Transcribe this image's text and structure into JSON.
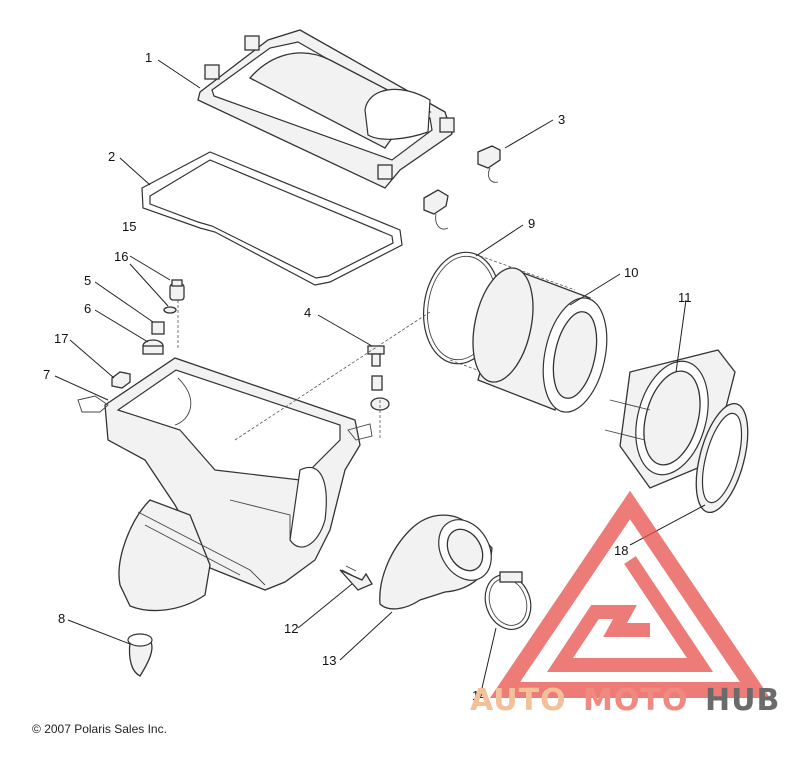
{
  "callouts": {
    "c1": "1",
    "c2": "2",
    "c3": "3",
    "c4": "4",
    "c5": "5",
    "c6": "6",
    "c7": "7",
    "c8": "8",
    "c9": "9",
    "c10": "10",
    "c11": "11",
    "c12": "12",
    "c13": "13",
    "c14": "14",
    "c15": "15",
    "c16": "16",
    "c17": "17",
    "c18": "18"
  },
  "copyright": "2007 Polaris Sales Inc.",
  "copyright_symbol": "©",
  "watermark": {
    "part1": "AUTO",
    "part2": "MOTO",
    "part3": "HUB",
    "color_auto": "#f2c19a",
    "color_moto": "#f08a80",
    "color_hub": "#6b6b6b",
    "logo_color": "#e8504a"
  }
}
